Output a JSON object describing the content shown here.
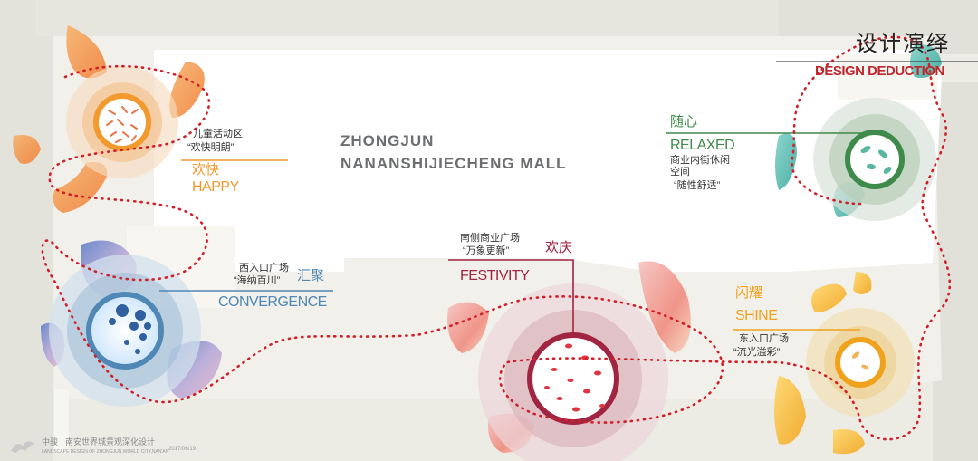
{
  "header": {
    "title_cn": "设计演绎",
    "title_en": "DESIGN DEDUCTION"
  },
  "mall_name": [
    "ZHONGJUN",
    "NANANSHIJIECHENG MALL"
  ],
  "zones": {
    "happy": {
      "desc_lines": [
        "儿童活动区",
        "“欢快明朗”"
      ],
      "name_cn": "欢快",
      "name_en": "HAPPY",
      "color": "#f39a2f"
    },
    "convergence": {
      "desc_lines": [
        "西入口广场",
        "“海纳百川”"
      ],
      "name_cn": "汇聚",
      "name_en": "CONVERGENCE",
      "color": "#4f87b5"
    },
    "festivity": {
      "desc_lines": [
        "南侧商业广场",
        "“万象更新”"
      ],
      "name_cn": "欢庆",
      "name_en": "FESTIVITY",
      "color": "#a12440"
    },
    "relaxed": {
      "name_cn": "随心",
      "name_en": "RELAXED",
      "desc_lines": [
        "商业内街休闲",
        "空间",
        "“随性舒适”"
      ],
      "color": "#3e8a4a"
    },
    "shine": {
      "name_cn": "闪耀",
      "name_en": "SHINE",
      "desc_lines": [
        "东入口广场",
        "“流光溢彩”"
      ],
      "color": "#f0a21d"
    }
  },
  "footer": {
    "company": "中骏",
    "project": "南安世界城景观深化设计",
    "project_en": "LANDSCAPE DESIGN OF ZHONGJUN WORLD CITY,NAN'AN",
    "date": "2017/06/19"
  },
  "colors": {
    "path": "#d0202a",
    "building": "#ffffff",
    "background": "#ecebe4"
  }
}
